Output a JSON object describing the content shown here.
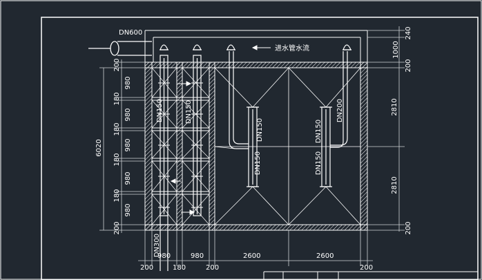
{
  "labels": {
    "dn600": "DN600",
    "dn300": "DN300",
    "dn150_a": "DN150",
    "dn150_b": "DN150",
    "dn150_c": "DN150",
    "dn150_d": "DN150",
    "dn150_e": "DN150",
    "dn200": "DN200",
    "inlet_note": "进水管水流"
  },
  "dims": {
    "top_240": "240",
    "top_1000": "1000",
    "right_200_top": "200",
    "right_2810_a": "2810",
    "right_2810_b": "2810",
    "right_200_bot": "200",
    "left_200_top": "200",
    "left_980_1": "980",
    "left_180_1": "180",
    "left_980_2": "980",
    "left_180_2": "180",
    "left_980_3": "980",
    "left_180_3": "180",
    "left_980_4": "980",
    "left_180_4": "180",
    "left_980_5": "980",
    "left_200_bot": "200",
    "total_6020": "6020",
    "bot_200_a": "200",
    "bot_980_a": "980",
    "bot_180": "180",
    "bot_980_b": "980",
    "bot_200_b": "200",
    "bot_2600_a": "2600",
    "bot_2600_b": "2600",
    "bot_200_c": "200"
  },
  "colors": {
    "background": "#212830",
    "line": "#ffffff",
    "dim": "#cfd3d6"
  }
}
